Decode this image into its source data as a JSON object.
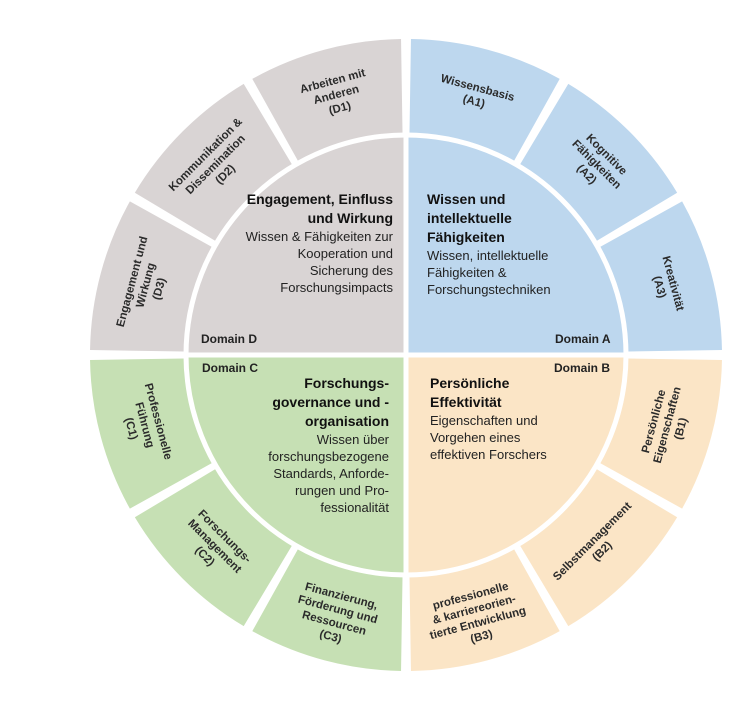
{
  "colors": {
    "A": "#bdd7ee",
    "B": "#fbe5c6",
    "C": "#c6e0b4",
    "D": "#d9d4d4",
    "divider": "#ffffff"
  },
  "domains": [
    {
      "id": "A",
      "domain_label": "Domain A",
      "title": "Wissen und intellektuelle Fähigkeiten",
      "description": "Wissen, intellektuelle Fähigkeiten & Forschungstechniken",
      "segments": [
        {
          "id": "A1",
          "lines": [
            "Wissensbasis",
            "(A1)"
          ]
        },
        {
          "id": "A2",
          "lines": [
            "Kognitive",
            "Fähigkeiten",
            "(A2)"
          ]
        },
        {
          "id": "A3",
          "lines": [
            "Kreativität",
            "(A3)"
          ]
        }
      ]
    },
    {
      "id": "B",
      "domain_label": "Domain B",
      "title": "Persönliche Effektivität",
      "description": "Eigenschaften und Vorgehen eines effektiven Forschers",
      "segments": [
        {
          "id": "B1",
          "lines": [
            "Persönliche",
            "Eigenschaften",
            "(B1)"
          ]
        },
        {
          "id": "B2",
          "lines": [
            "Selbstmanagement",
            "(B2)"
          ]
        },
        {
          "id": "B3",
          "lines": [
            "professionelle",
            "& karriereorien-",
            "tierte Entwicklung",
            "(B3)"
          ]
        }
      ]
    },
    {
      "id": "C",
      "domain_label": "Domain C",
      "title": "Forschungs- governance und -organisation",
      "description": "Wissen über forschungsbezogene Standards, Anforde- rungen und Pro- fessionalität",
      "segments": [
        {
          "id": "C1",
          "lines": [
            "Professionelle",
            "Führung",
            "(C1)"
          ]
        },
        {
          "id": "C2",
          "lines": [
            "Forschungs-",
            "Management",
            "(C2)"
          ]
        },
        {
          "id": "C3",
          "lines": [
            "Finanzierung,",
            "Förderung und",
            "Ressourcen",
            "(C3)"
          ]
        }
      ]
    },
    {
      "id": "D",
      "domain_label": "Domain D",
      "title": "Engagement, Einfluss und Wirkung",
      "description": "Wissen & Fähigkeiten zur Kooperation und Sicherung des Forschungsimpacts",
      "segments": [
        {
          "id": "D1",
          "lines": [
            "Arbeiten mit",
            "Anderen",
            "(D1)"
          ]
        },
        {
          "id": "D2",
          "lines": [
            "Kommunikation &",
            "Dissemination",
            "(D2)"
          ]
        },
        {
          "id": "D3",
          "lines": [
            "Engagement und",
            "Wirkung",
            "(D3)"
          ]
        }
      ]
    }
  ]
}
